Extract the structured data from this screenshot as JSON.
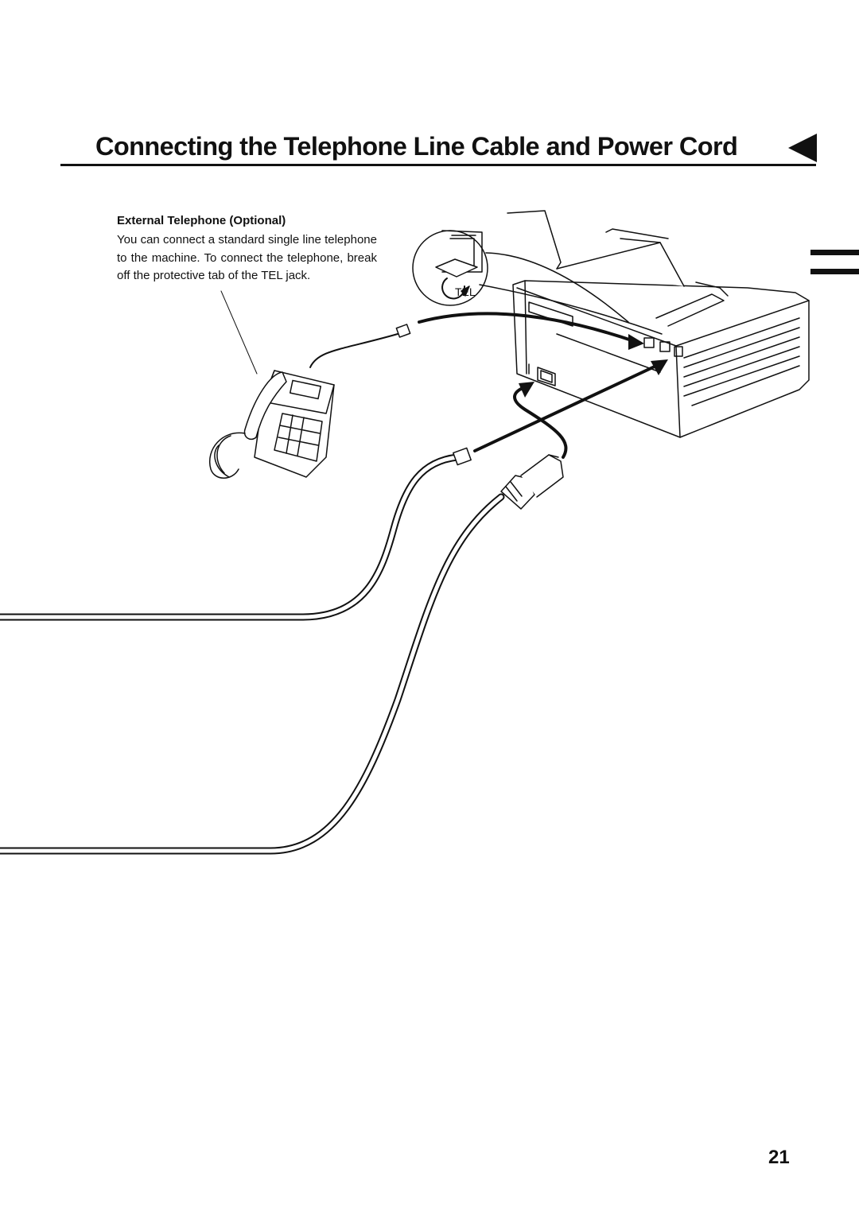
{
  "page": {
    "title": "Connecting the Telephone Line Cable and Power Cord",
    "page_number": "21"
  },
  "section": {
    "heading": "External Telephone (Optional)",
    "body": "You can connect a standard single line telephone to the machine. To connect the telephone, break off the protective tab of the TEL jack."
  },
  "illustration": {
    "jack_label": "TEL"
  },
  "icons": {
    "title_marker": "left-triangle-icon",
    "section_tab": "tab-marker-icon"
  }
}
